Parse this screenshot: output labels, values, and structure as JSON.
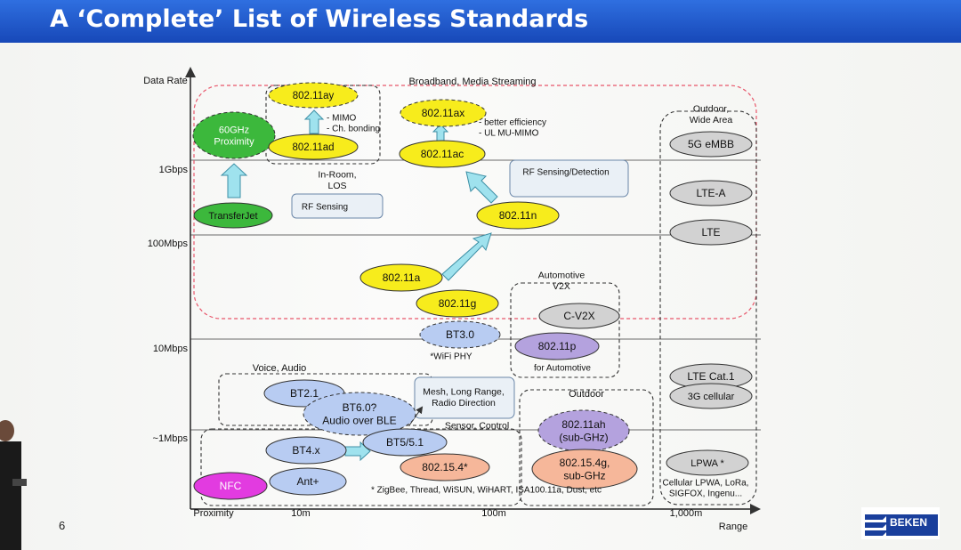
{
  "title": "A ‘Complete’ List of Wireless Standards",
  "page_number": "6",
  "logo_text": "BEKEN",
  "axes": {
    "y_label": "Data Rate",
    "x_label": "Range",
    "y_ticks": [
      "1Gbps",
      "100Mbps",
      "10Mbps",
      "~1Mbps"
    ],
    "x_ticks": [
      "Proximity",
      "10m",
      "100m",
      "1,000m"
    ]
  },
  "groups": {
    "broadband": "Broadband, Media Streaming",
    "outdoor_wide": "Outdoor,\nWide Area",
    "automotive": "Automotive\nV2X",
    "voice_audio": "Voice, Audio",
    "outdoor": "Outdoor",
    "in_room": "In-Room,\nLOS"
  },
  "nodes": {
    "n_60ghz": "60GHz\nProximity",
    "n_transferjet": "TransferJet",
    "n_80211ay": "802.11ay",
    "n_80211ad": "802.11ad",
    "n_80211ax": "802.11ax",
    "n_80211ac": "802.11ac",
    "n_80211n": "802.11n",
    "n_80211a": "802.11a",
    "n_80211g": "802.11g",
    "n_bt30": "BT3.0",
    "n_cv2x": "C-V2X",
    "n_80211p": "802.11p",
    "n_5gembb": "5G eMBB",
    "n_ltea": "LTE-A",
    "n_lte": "LTE",
    "n_ltecat1": "LTE Cat.1",
    "n_3gcell": "3G cellular",
    "n_bt21": "BT2.1",
    "n_bt60": "BT6.0?\nAudio over BLE",
    "n_bt4x": "BT4.x",
    "n_bt51": "BT5/5.1",
    "n_802154": "802.15.4*",
    "n_80211ah": "802.11ah\n(sub-GHz)",
    "n_802154g": "802.15.4g,\nsub-GHz",
    "n_nfc": "NFC",
    "n_ant": "Ant+",
    "n_lpwa": "LPWA *"
  },
  "notes": {
    "mimo": "- MIMO\n- Ch. bonding",
    "efficiency": "- better efficiency\n- UL MU-MIMO",
    "rf_sensing_detection": "RF Sensing/Detection",
    "rf_sensing": "RF Sensing",
    "wifi_phy": "*WiFi PHY",
    "for_automotive": "for Automotive",
    "mesh": "Mesh, Long Range,\nRadio Direction",
    "sensor_control": "Sensor, Control",
    "zigbee": "* ZigBee, Thread, WiSUN, WiHART, ISA100.11a, Dust, etc",
    "lpwa_list": "Cellular LPWA, LoRa,\nSIGFOX, Ingenu..."
  },
  "colors": {
    "yellow": "#f7ec1c",
    "green": "#3cb83c",
    "gray": "#d2d2d2",
    "purple": "#b4a2de",
    "blue": "#b8ccf2",
    "salmon": "#f6b79a",
    "magenta": "#e23be0",
    "arrow": "#9fe2ee",
    "accent_red": "#e8566a"
  }
}
